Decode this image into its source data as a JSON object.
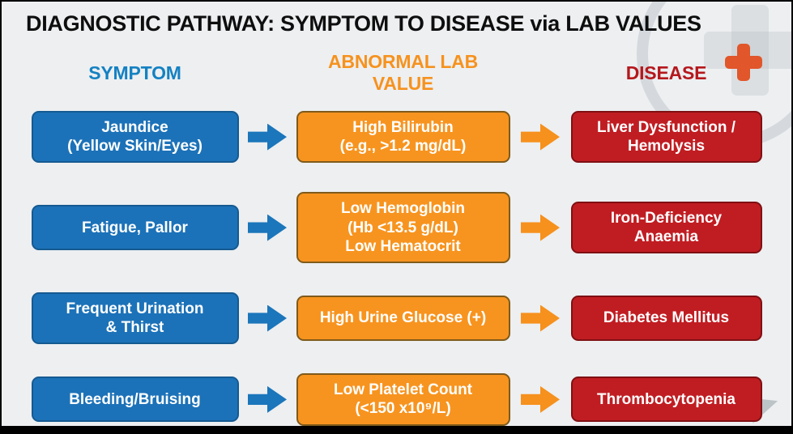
{
  "title": "DIAGNOSTIC PATHWAY: SYMPTOM TO DISEASE via LAB VALUES",
  "columns": {
    "symptom": "SYMPTOM",
    "lab": "ABNORMAL LAB VALUE",
    "disease": "DISEASE"
  },
  "colors": {
    "symptom_header": "#1481c2",
    "lab_header": "#f6921e",
    "disease_header": "#b5181d",
    "symptom_box": "#1c72b8",
    "lab_box": "#f7941f",
    "disease_box": "#c01d22"
  },
  "rows": [
    {
      "symptom": "Jaundice\n(Yellow Skin/Eyes)",
      "lab": "High Bilirubin\n(e.g., >1.2 mg/dL)",
      "disease": "Liver Dysfunction /\nHemolysis"
    },
    {
      "symptom": "Fatigue, Pallor",
      "lab": "Low Hemoglobin\n(Hb <13.5 g/dL)\nLow Hematocrit",
      "disease": "Iron-Deficiency\nAnaemia"
    },
    {
      "symptom": "Frequent Urination\n& Thirst",
      "lab": "High Urine Glucose (+)",
      "disease": "Diabetes Mellitus"
    },
    {
      "symptom": "Bleeding/Bruising",
      "lab": "Low Platelet Count\n(<150 x10⁹/L)",
      "disease": "Thrombocytopenia"
    }
  ]
}
